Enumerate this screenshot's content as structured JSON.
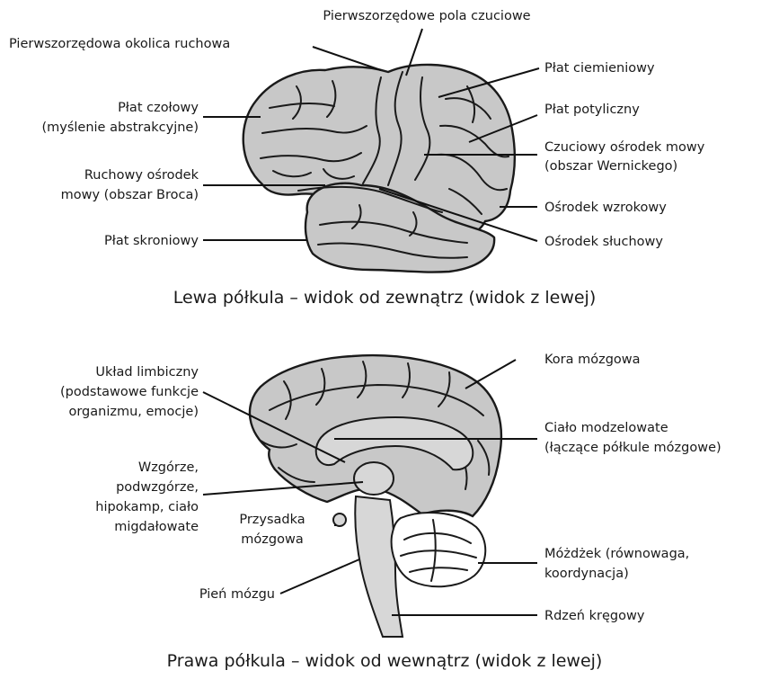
{
  "left_hemisphere": {
    "caption": "Lewa półkula – widok od zewnątrz (widok z lewej)",
    "labels": {
      "primary_sensory": "Pierwszorzędowe pola czuciowe",
      "primary_motor": "Pierwszorzędowa okolica ruchowa",
      "parietal": "Płat ciemieniowy",
      "frontal_1": "Płat czołowy",
      "frontal_2": "(myślenie abstrakcyjne)",
      "occipital": "Płat potyliczny",
      "wernicke_1": "Czuciowy ośrodek mowy",
      "wernicke_2": "(obszar Wernickego)",
      "broca_1": "Ruchowy ośrodek",
      "broca_2": "mowy (obszar Broca)",
      "visual": "Ośrodek wzrokowy",
      "temporal": "Płat skroniowy",
      "auditory": "Ośrodek słuchowy"
    }
  },
  "right_hemisphere": {
    "caption": "Prawa półkula – widok od wewnątrz (widok z lewej)",
    "labels": {
      "cortex": "Kora mózgowa",
      "limbic_1": "Układ limbiczny",
      "limbic_2": "(podstawowe funkcje",
      "limbic_3": "organizmu, emocje)",
      "corpus_1": "Ciało modzelowate",
      "corpus_2": "(łączące półkule mózgowe)",
      "thalamus_1": "Wzgórze,",
      "thalamus_2": "podwzgórze,",
      "thalamus_3": "hipokamp, ciało",
      "thalamus_4": "migdałowate",
      "pituitary_1": "Przysadka",
      "pituitary_2": "mózgowa",
      "cerebellum_1": "Móżdżek (równowaga,",
      "cerebellum_2": "koordynacja)",
      "brainstem": "Pień mózgu",
      "spinal": "Rdzeń kręgowy"
    }
  }
}
